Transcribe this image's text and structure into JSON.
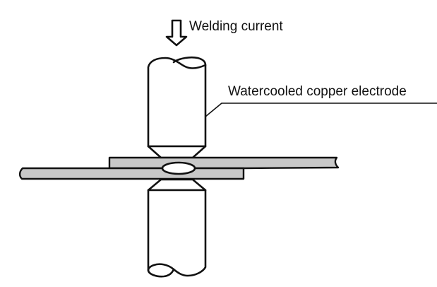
{
  "diagram": {
    "title": "Resistance spot welding",
    "labels": {
      "current": "Welding current",
      "electrode": "Watercooled copper electrode"
    },
    "components": [
      {
        "name": "upper-electrode",
        "description": "Watercooled copper electrode (upper)"
      },
      {
        "name": "lower-electrode",
        "description": "Watercooled copper electrode (lower)"
      },
      {
        "name": "upper-sheet",
        "description": "Top metal sheet"
      },
      {
        "name": "lower-sheet",
        "description": "Bottom metal sheet"
      },
      {
        "name": "weld-nugget",
        "description": "Weld nugget between sheets"
      }
    ],
    "icons": {
      "current_arrow": "down-arrow-outline"
    },
    "colors": {
      "sheet_fill": "#c8c8c8",
      "line": "#111111",
      "background": "#ffffff"
    }
  }
}
